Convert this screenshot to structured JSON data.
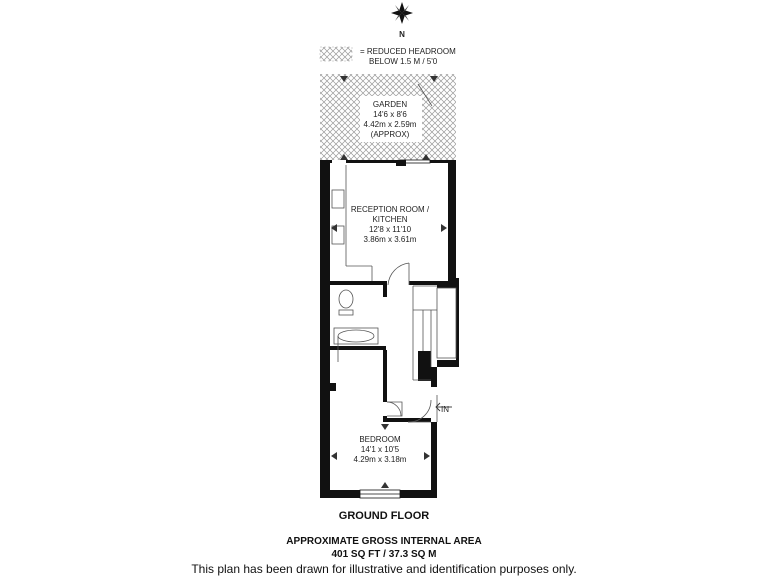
{
  "legend": {
    "line1": "= REDUCED HEADROOM",
    "line2": "BELOW 1.5 M / 5'0"
  },
  "compass": {
    "north_label": "N"
  },
  "rooms": {
    "garden": {
      "name": "GARDEN",
      "imperial": "14'6 x 8'6",
      "metric": "4.42m x 2.59m",
      "note": "(APPROX)"
    },
    "reception": {
      "name_line1": "RECEPTION ROOM /",
      "name_line2": "KITCHEN",
      "imperial": "12'8 x 11'10",
      "metric": "3.86m x 3.61m"
    },
    "bedroom": {
      "name": "BEDROOM",
      "imperial": "14'1 x 10'5",
      "metric": "4.29m x 3.18m"
    }
  },
  "entrance_label": "IN",
  "footer": {
    "floor_label": "GROUND FLOOR",
    "area_title": "APPROXIMATE GROSS INTERNAL AREA",
    "area_value": "401 SQ FT / 37.3 SQ M",
    "disclaimer": "This plan has been drawn for illustrative and identification purposes only."
  },
  "colors": {
    "wall": "#111111",
    "hatch": "#9a9a9a",
    "line": "#555555"
  }
}
